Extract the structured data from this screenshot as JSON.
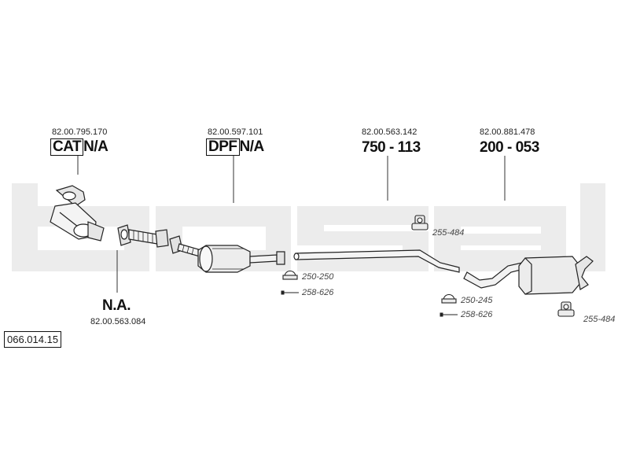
{
  "catalog_number": "066.014.15",
  "watermark_color": "#ececec",
  "parts": [
    {
      "oe": "82.00.795.170",
      "boxed": "CAT",
      "label": "N/A"
    },
    {
      "oe": "82.00.597.101",
      "boxed": "DPF",
      "label": "N/A"
    },
    {
      "oe": "82.00.563.142",
      "number": "750 - 113"
    },
    {
      "oe": "82.00.881.478",
      "number": "200 - 053"
    },
    {
      "oe": "82.00.563.084",
      "label": "N.A."
    }
  ],
  "fittings": [
    {
      "code": "255-484"
    },
    {
      "code": "250-250"
    },
    {
      "code": "258-626"
    },
    {
      "code": "250-245"
    },
    {
      "code": "258-626"
    },
    {
      "code": "255-484"
    }
  ]
}
